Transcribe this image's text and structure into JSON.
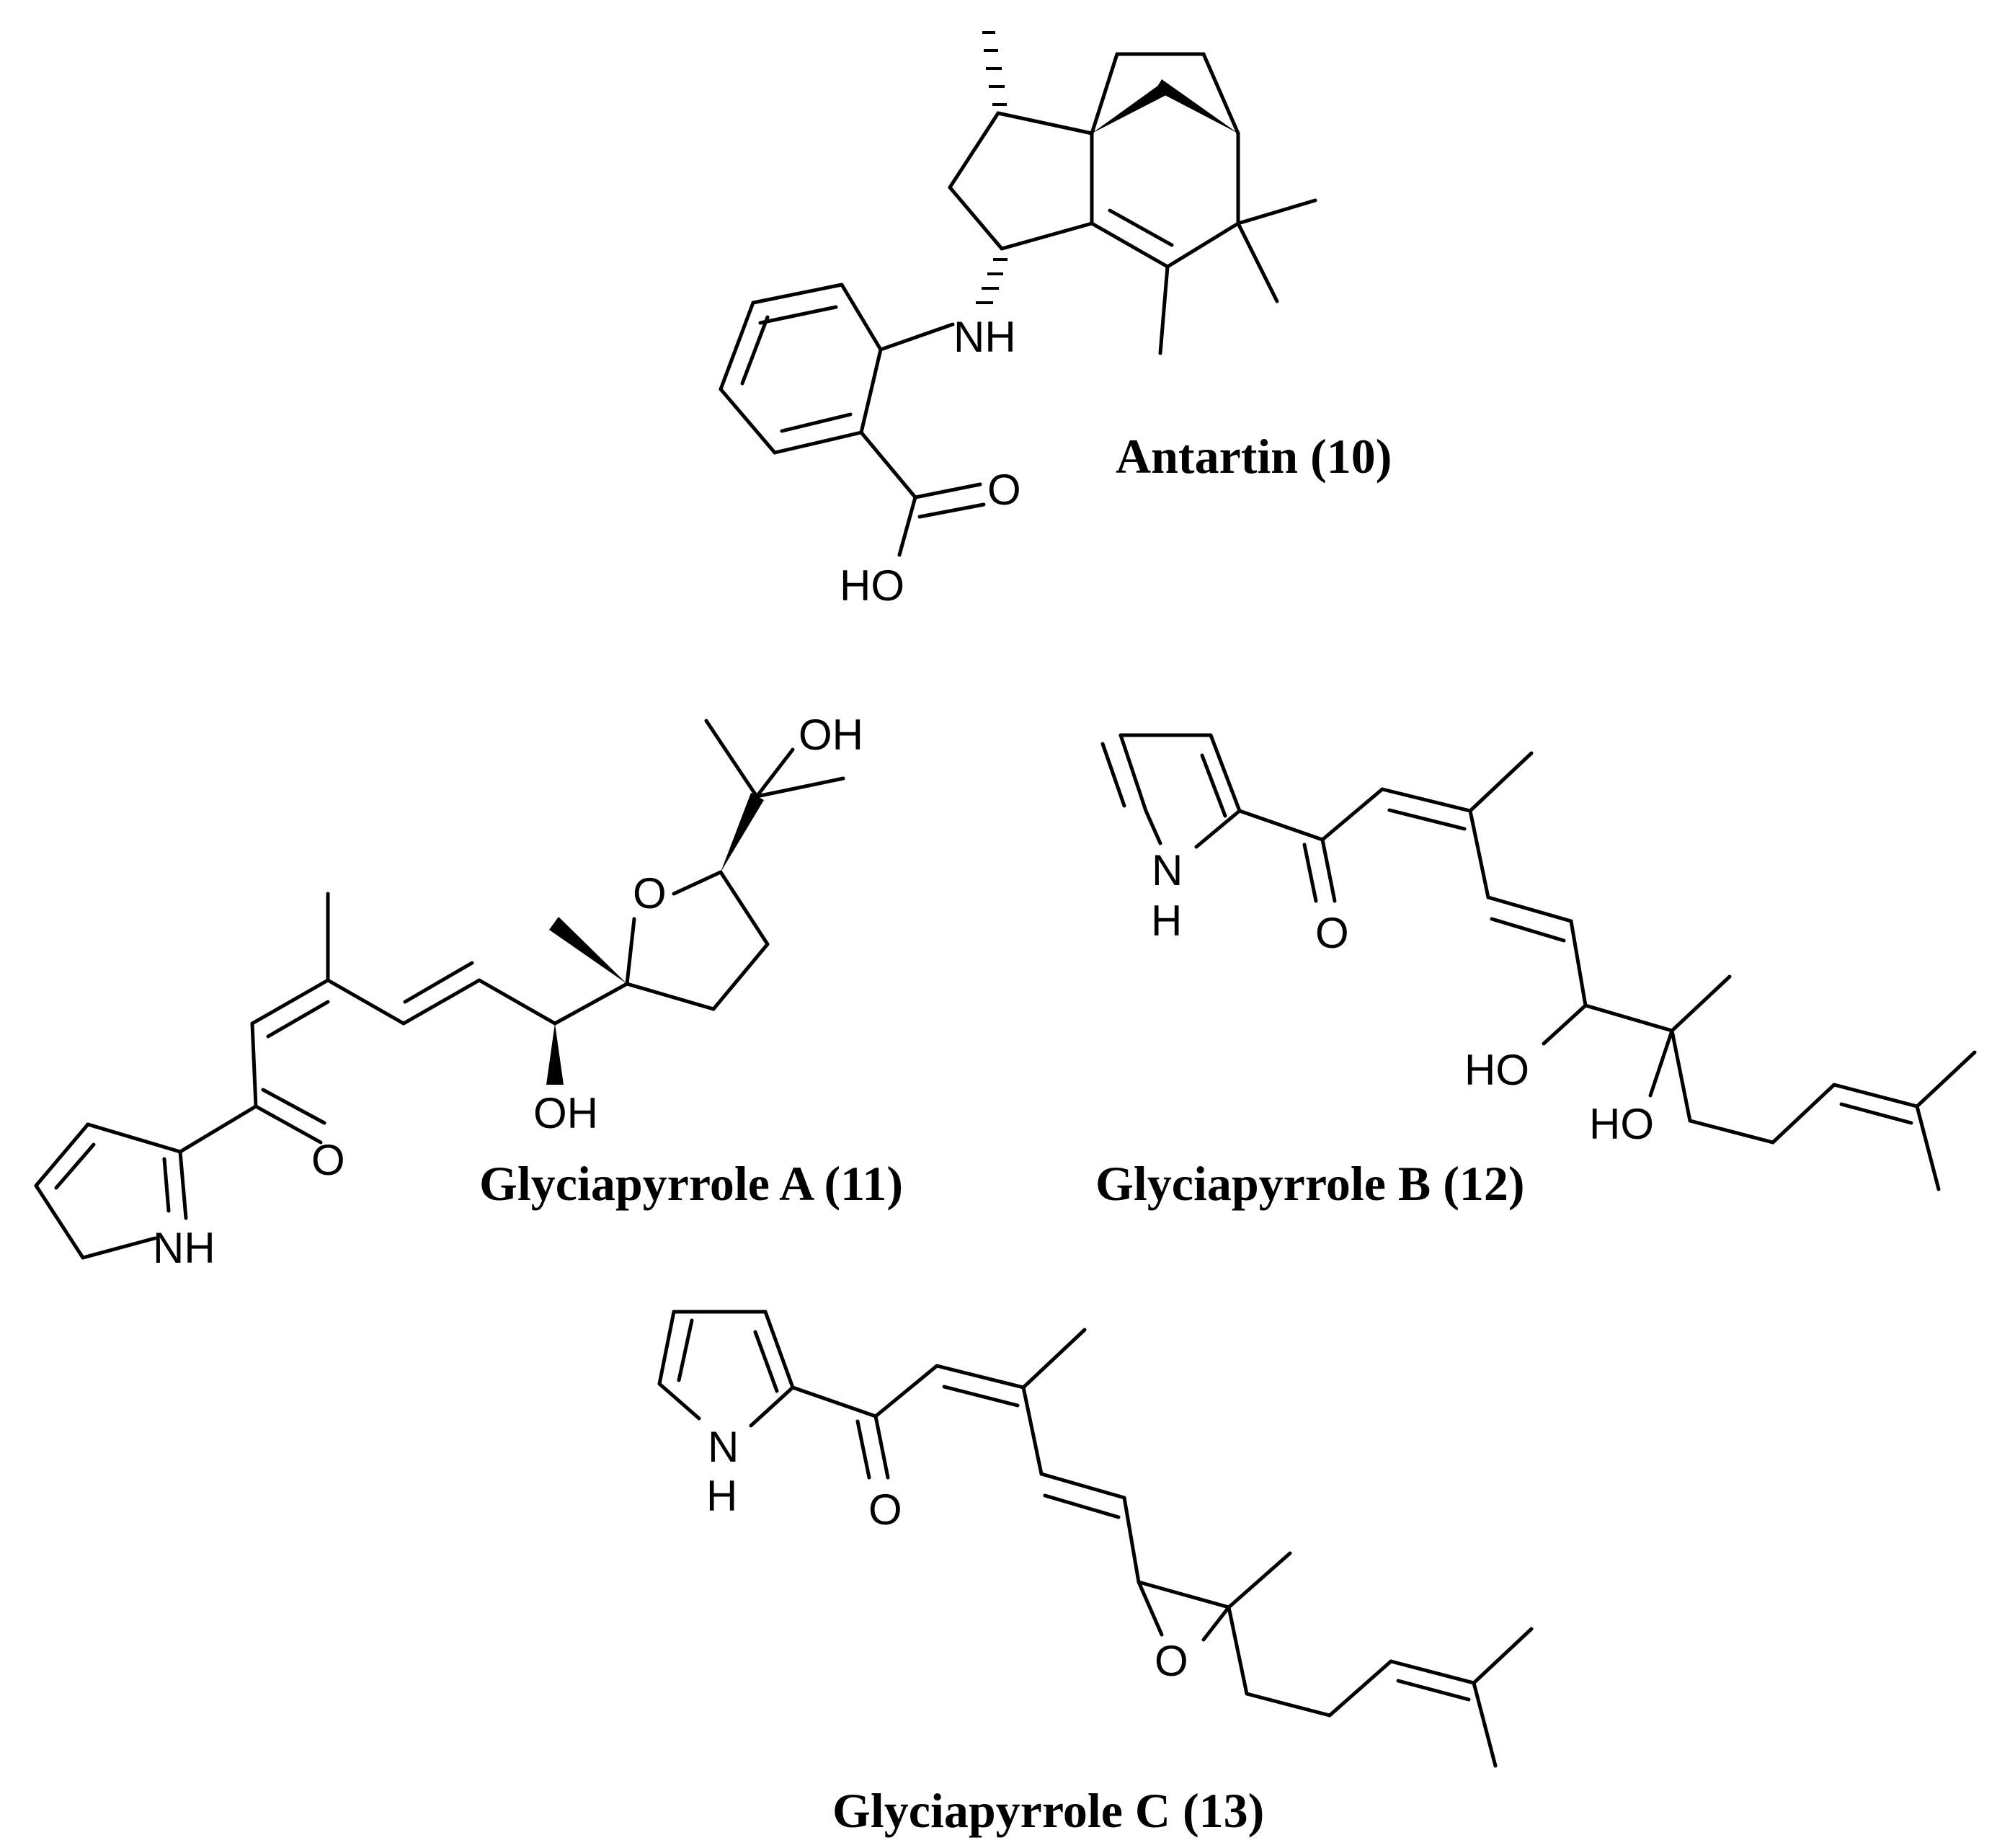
{
  "compounds": [
    {
      "key": "antartin",
      "caption": "Antartin (10)",
      "atoms": {
        "nh": "NH",
        "o": "O",
        "ho": "HO"
      }
    },
    {
      "key": "glyA",
      "caption": "Glyciapyrrole A (11)",
      "atoms": {
        "oh1": "OH",
        "o_ring": "O",
        "oh2": "OH",
        "o_ket": "O",
        "nh": "NH"
      }
    },
    {
      "key": "glyB",
      "caption": "Glyciapyrrole B (12)",
      "atoms": {
        "n": "N",
        "h": "H",
        "o_ket": "O",
        "ho1": "HO",
        "ho2": "HO"
      }
    },
    {
      "key": "glyC",
      "caption": "Glyciapyrrole C (13)",
      "atoms": {
        "n": "N",
        "h": "H",
        "o_ket": "O",
        "o_epox": "O"
      }
    }
  ]
}
